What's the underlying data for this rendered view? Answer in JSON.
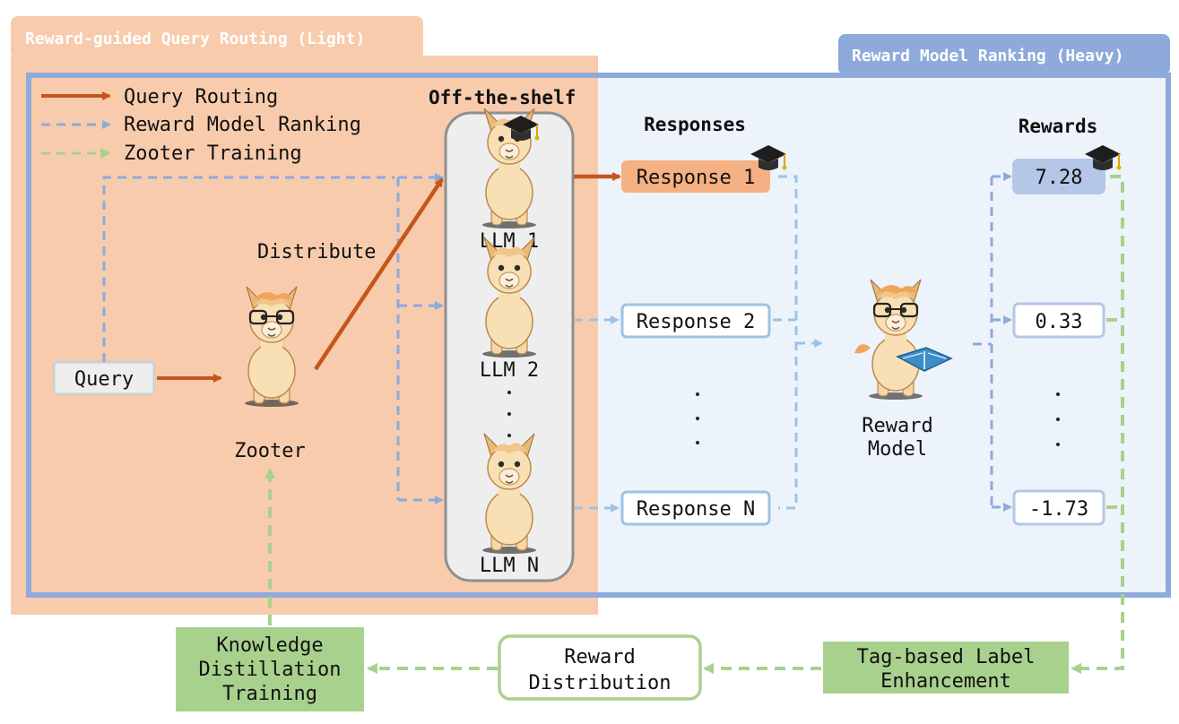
{
  "panels": {
    "light_title": "Reward-guided Query Routing (Light)",
    "heavy_title": "Reward Model Ranking (Heavy)"
  },
  "legend": {
    "items": [
      {
        "label": "Query Routing",
        "color": "#c4571b",
        "style": "solid"
      },
      {
        "label": "Reward Model Ranking",
        "color": "#8eaadb",
        "style": "dashed"
      },
      {
        "label": "Zooter Training",
        "color": "#a9d18e",
        "style": "dashed"
      }
    ]
  },
  "query": {
    "label": "Query"
  },
  "zooter": {
    "label": "Zooter"
  },
  "distribute": {
    "label": "Distribute"
  },
  "llms": {
    "header": "Off-the-shelf",
    "items": [
      {
        "label": "LLM 1"
      },
      {
        "label": "LLM 2"
      },
      {
        "label": "LLM N"
      }
    ],
    "ellipsis": ". . ."
  },
  "responses": {
    "header": "Responses",
    "items": [
      {
        "label": "Response 1"
      },
      {
        "label": "Response 2"
      },
      {
        "label": "Response N"
      }
    ]
  },
  "reward_model": {
    "line1": "Reward",
    "line2": "Model"
  },
  "rewards": {
    "header": "Rewards",
    "values": [
      "7.28",
      "0.33",
      "-1.73"
    ]
  },
  "bottom": {
    "kd": [
      "Knowledge",
      "Distillation",
      "Training"
    ],
    "reward_dist": [
      "Reward",
      "Distribution"
    ],
    "tag": [
      "Tag-based Label",
      "Enhancement"
    ]
  },
  "colors": {
    "orange_fill": "#f8cbad",
    "blue_fill": "#edf3fb",
    "blue_border": "#8eaadb",
    "orange_arrow": "#c4571b",
    "green": "#a9d18e"
  }
}
